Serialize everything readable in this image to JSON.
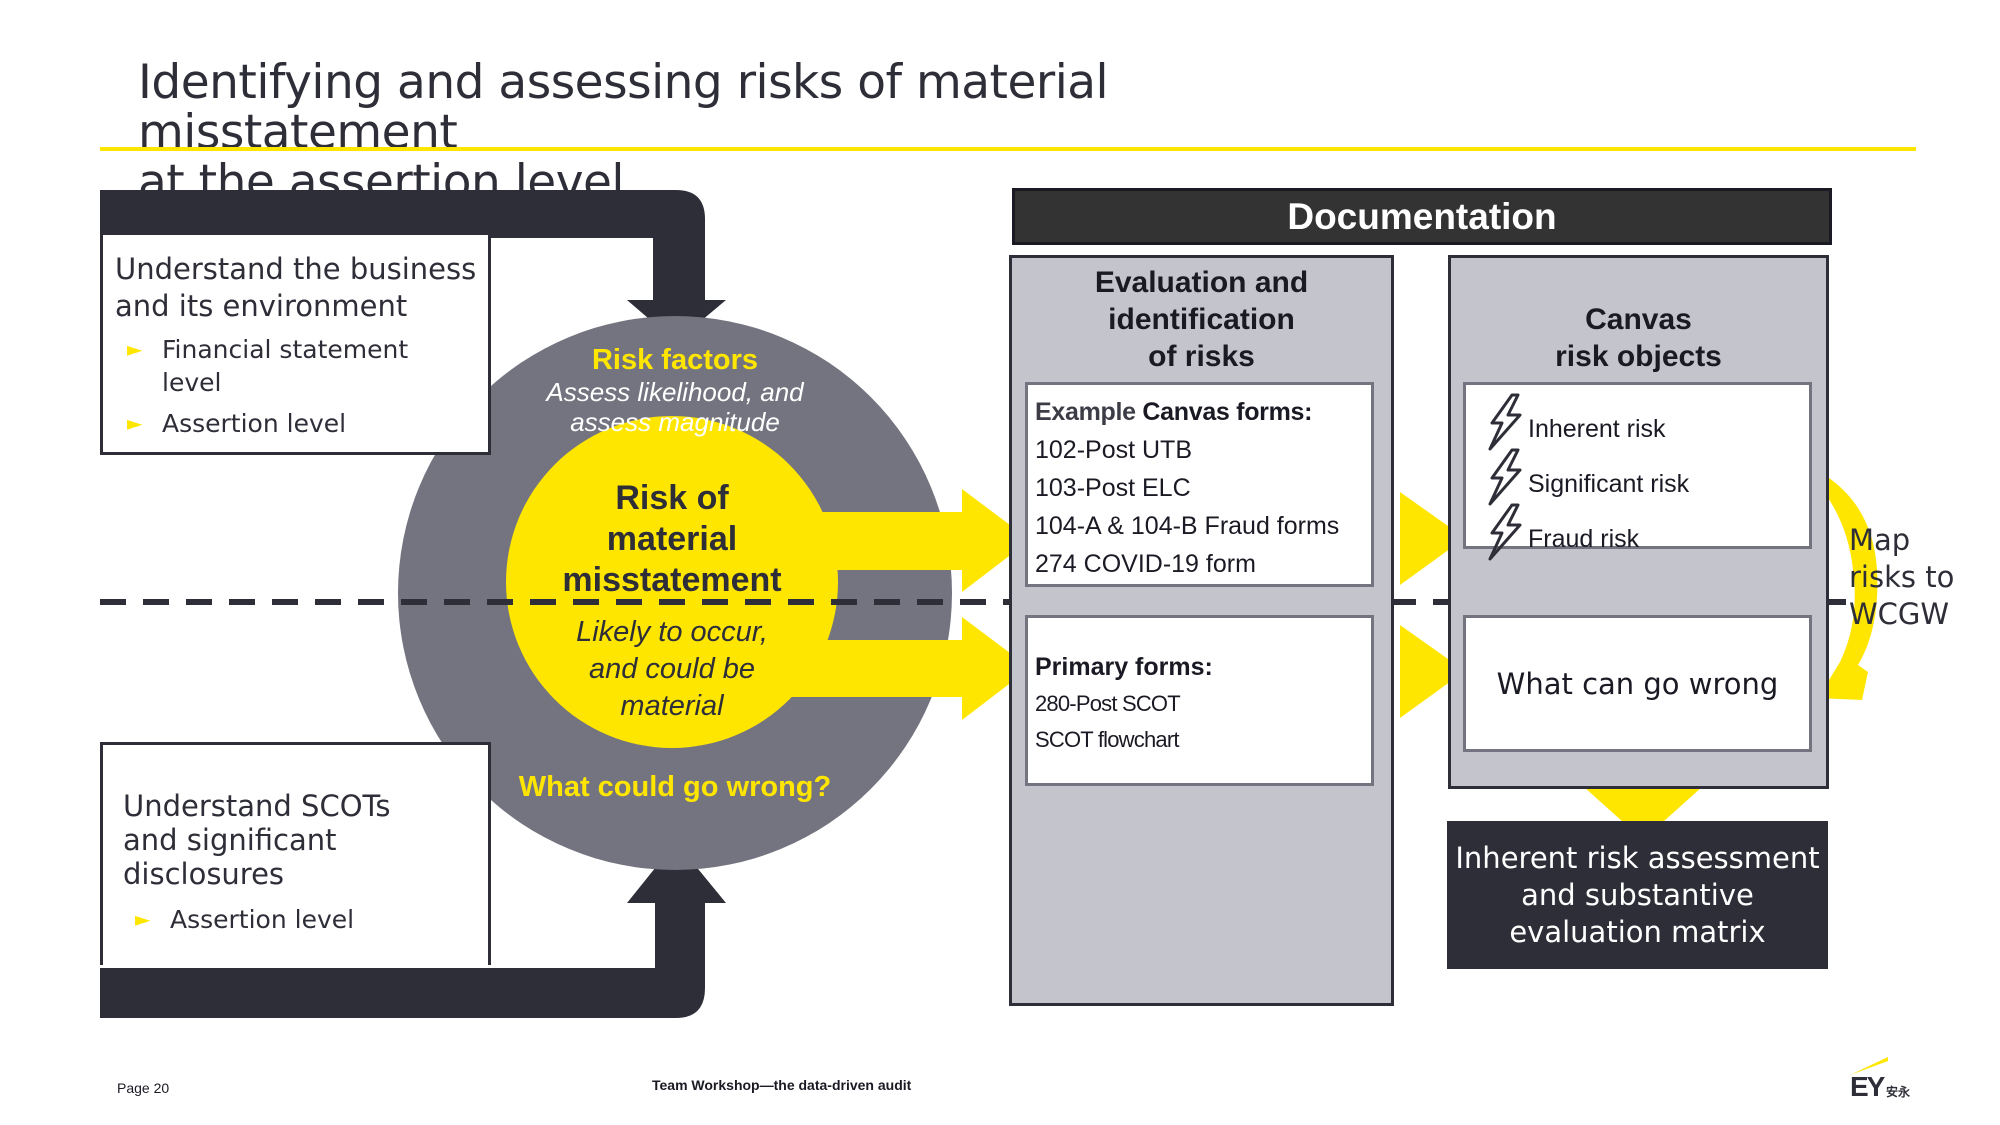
{
  "title": {
    "line1": "Identifying and assessing risks of material misstatement",
    "line2": "at the assertion level"
  },
  "top_left_box": {
    "title_line1": "Understand the business",
    "title_line2": "and its environment",
    "bullets": [
      "Financial statement level",
      "Assertion level"
    ]
  },
  "bottom_left_box": {
    "title_line1": "Understand SCOTs",
    "title_line2": "and significant",
    "title_line3": "disclosures",
    "bullets": [
      "Assertion level"
    ]
  },
  "circle": {
    "risk_factors_heading": "Risk factors",
    "risk_factors_line1": "Assess likelihood, and",
    "risk_factors_line2": "assess magnitude",
    "center_line1": "Risk of",
    "center_line2": "material",
    "center_line3": "misstatement",
    "center_sub_line1": "Likely to occur,",
    "center_sub_line2": "and could be",
    "center_sub_line3": "material",
    "bottom_question": "What could go wrong?"
  },
  "documentation": {
    "header": "Documentation",
    "evaluation_column": {
      "title_line1": "Evaluation and",
      "title_line2": "identification",
      "title_line3": "of risks",
      "example_prefix": "Example",
      "example_bold": "Canvas forms:",
      "example_forms": [
        "102-Post UTB",
        "103-Post ELC",
        "104-A & 104-B Fraud forms",
        "274 COVID-19 form"
      ],
      "primary_heading": "Primary forms:",
      "primary_forms": [
        "280-Post SCOT",
        "SCOT flowchart"
      ]
    },
    "canvas_column": {
      "title_line1": "Canvas",
      "title_line2": "risk objects",
      "risks": [
        "Inherent risk",
        "Significant risk",
        "Fraud risk"
      ],
      "wcgw": "What can go wrong"
    },
    "map_label_line1": "Map",
    "map_label_line2": "risks to",
    "map_label_line3": "WCGW",
    "matrix_line1": "Inherent risk assessment",
    "matrix_line2": "and substantive",
    "matrix_line3": "evaluation matrix"
  },
  "footer": {
    "page": "Page 20",
    "center": "Team Workshop—the data-driven audit",
    "logo_text": "EY",
    "logo_cjk": "安永"
  },
  "colors": {
    "ey_yellow": "#ffe600",
    "dark_gray": "#2e2e38",
    "circle_gray": "#747480",
    "column_gray": "#c4c4cd"
  },
  "icons": [
    "lightning-bolt-icon",
    "bullet-arrow-icon",
    "curved-arrow-icon"
  ]
}
